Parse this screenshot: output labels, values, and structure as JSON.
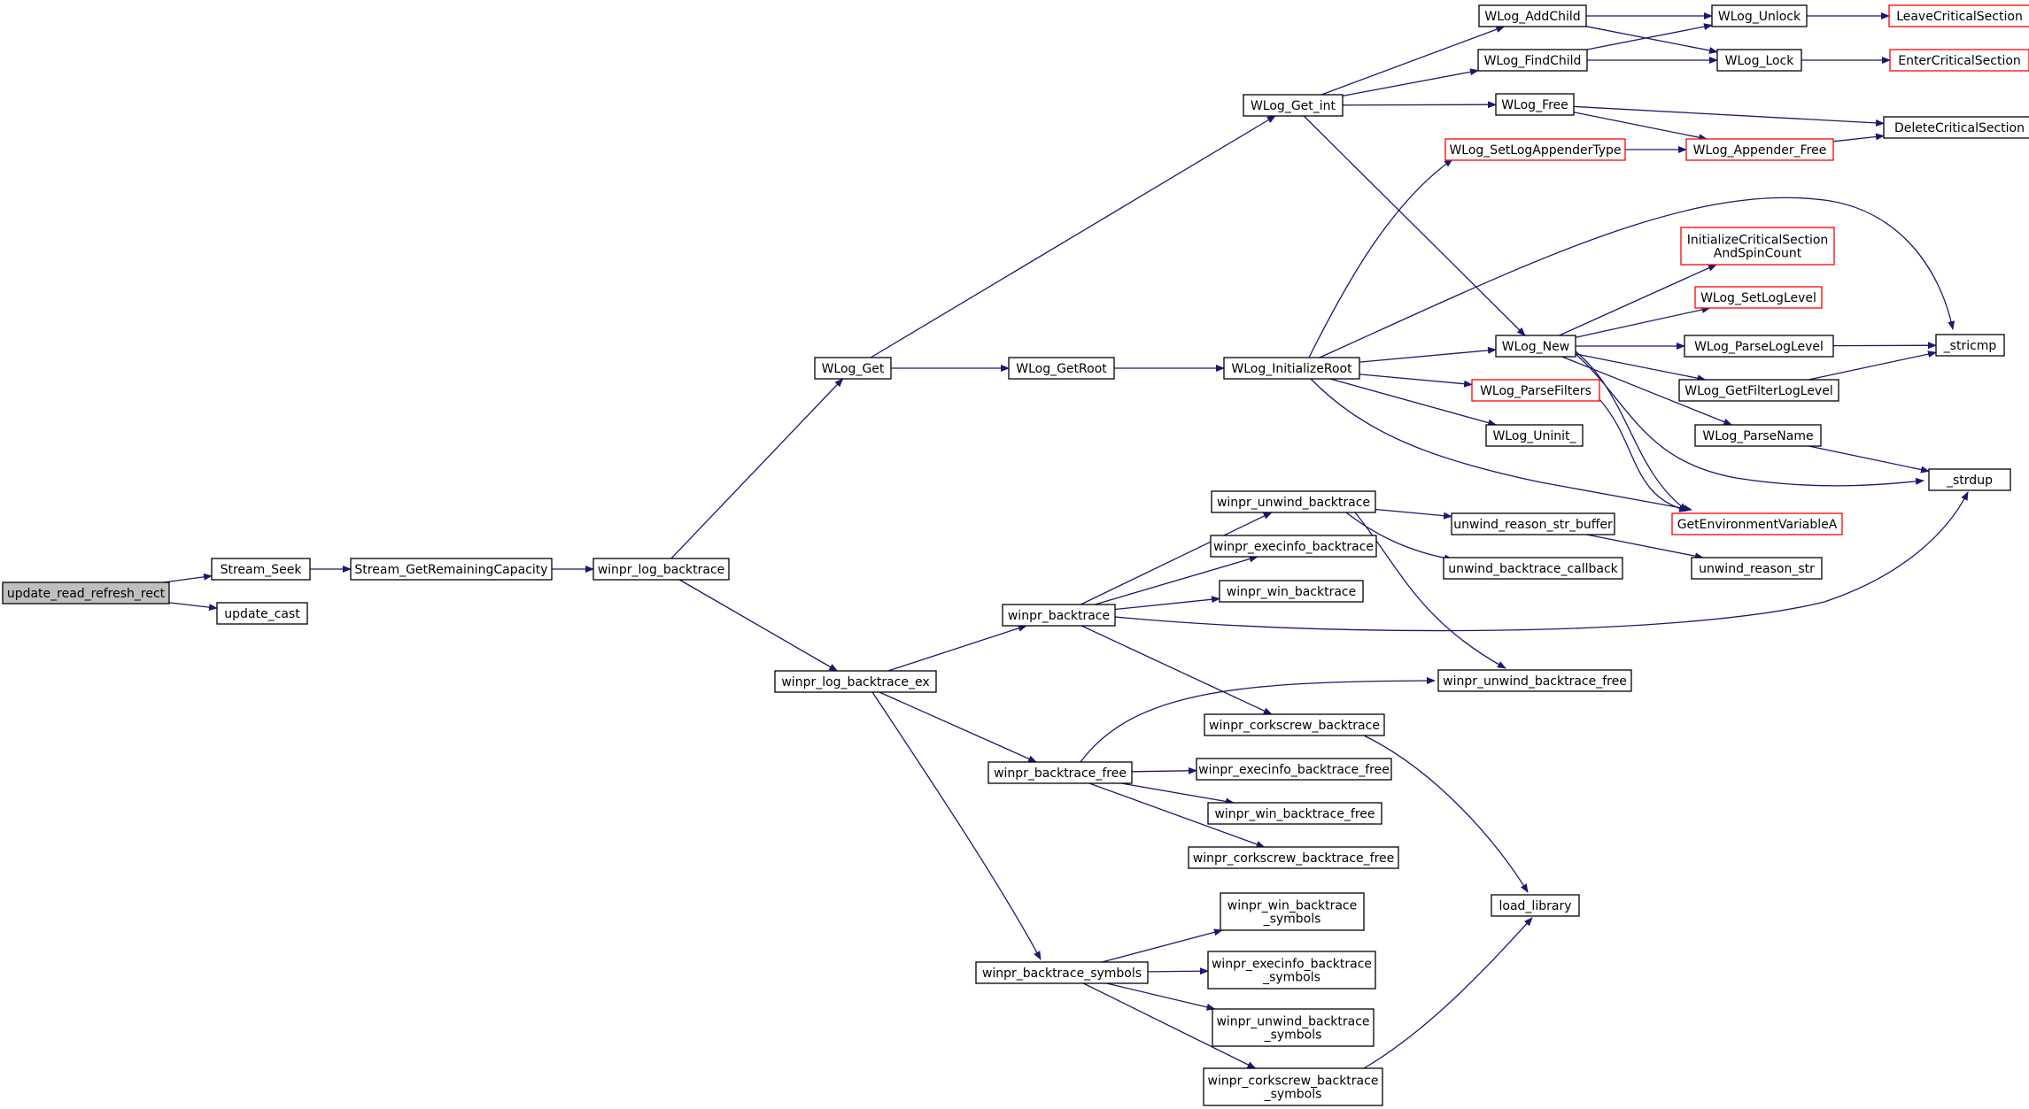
{
  "colors": {
    "edge": "#191970",
    "node_border": "#000000",
    "truncated_border": "#ff0000",
    "root_fill": "#bfbfbf",
    "node_fill": "#ffffff"
  },
  "nodes": [
    {
      "id": "update_read_refresh_rect",
      "lines": [
        "update_read_refresh_rect"
      ],
      "kind": "root"
    },
    {
      "id": "Stream_Seek",
      "lines": [
        "Stream_Seek"
      ],
      "kind": "normal"
    },
    {
      "id": "update_cast",
      "lines": [
        "update_cast"
      ],
      "kind": "normal"
    },
    {
      "id": "Stream_GetRemainingCapacity",
      "lines": [
        "Stream_GetRemainingCapacity"
      ],
      "kind": "normal"
    },
    {
      "id": "winpr_log_backtrace",
      "lines": [
        "winpr_log_backtrace"
      ],
      "kind": "normal"
    },
    {
      "id": "WLog_Get",
      "lines": [
        "WLog_Get"
      ],
      "kind": "normal"
    },
    {
      "id": "winpr_log_backtrace_ex",
      "lines": [
        "winpr_log_backtrace_ex"
      ],
      "kind": "normal"
    },
    {
      "id": "WLog_GetRoot",
      "lines": [
        "WLog_GetRoot"
      ],
      "kind": "normal"
    },
    {
      "id": "WLog_Get_int",
      "lines": [
        "WLog_Get_int"
      ],
      "kind": "normal"
    },
    {
      "id": "WLog_InitializeRoot",
      "lines": [
        "WLog_InitializeRoot"
      ],
      "kind": "normal"
    },
    {
      "id": "winpr_backtrace",
      "lines": [
        "winpr_backtrace"
      ],
      "kind": "normal"
    },
    {
      "id": "winpr_backtrace_free",
      "lines": [
        "winpr_backtrace_free"
      ],
      "kind": "normal"
    },
    {
      "id": "winpr_backtrace_symbols",
      "lines": [
        "winpr_backtrace_symbols"
      ],
      "kind": "normal"
    },
    {
      "id": "WLog_AddChild",
      "lines": [
        "WLog_AddChild"
      ],
      "kind": "normal"
    },
    {
      "id": "WLog_FindChild",
      "lines": [
        "WLog_FindChild"
      ],
      "kind": "normal"
    },
    {
      "id": "WLog_Free",
      "lines": [
        "WLog_Free"
      ],
      "kind": "normal"
    },
    {
      "id": "WLog_SetLogAppenderType",
      "lines": [
        "WLog_SetLogAppenderType"
      ],
      "kind": "truncated"
    },
    {
      "id": "WLog_New",
      "lines": [
        "WLog_New"
      ],
      "kind": "normal"
    },
    {
      "id": "WLog_ParseFilters",
      "lines": [
        "WLog_ParseFilters"
      ],
      "kind": "truncated"
    },
    {
      "id": "WLog_Uninit_",
      "lines": [
        "WLog_Uninit_"
      ],
      "kind": "normal"
    },
    {
      "id": "winpr_unwind_backtrace",
      "lines": [
        "winpr_unwind_backtrace"
      ],
      "kind": "normal"
    },
    {
      "id": "winpr_execinfo_backtrace",
      "lines": [
        "winpr_execinfo_backtrace"
      ],
      "kind": "normal"
    },
    {
      "id": "winpr_win_backtrace",
      "lines": [
        "winpr_win_backtrace"
      ],
      "kind": "normal"
    },
    {
      "id": "winpr_corkscrew_backtrace",
      "lines": [
        "winpr_corkscrew_backtrace"
      ],
      "kind": "normal"
    },
    {
      "id": "winpr_execinfo_backtrace_free",
      "lines": [
        "winpr_execinfo_backtrace_free"
      ],
      "kind": "normal"
    },
    {
      "id": "winpr_win_backtrace_free",
      "lines": [
        "winpr_win_backtrace_free"
      ],
      "kind": "normal"
    },
    {
      "id": "winpr_corkscrew_backtrace_free",
      "lines": [
        "winpr_corkscrew_backtrace_free"
      ],
      "kind": "normal"
    },
    {
      "id": "winpr_win_backtrace_symbols",
      "lines": [
        "winpr_win_backtrace",
        "_symbols"
      ],
      "kind": "normal"
    },
    {
      "id": "winpr_execinfo_backtrace_symbols",
      "lines": [
        "winpr_execinfo_backtrace",
        "_symbols"
      ],
      "kind": "normal"
    },
    {
      "id": "winpr_unwind_backtrace_symbols",
      "lines": [
        "winpr_unwind_backtrace",
        "_symbols"
      ],
      "kind": "normal"
    },
    {
      "id": "winpr_corkscrew_backtrace_symbols",
      "lines": [
        "winpr_corkscrew_backtrace",
        "_symbols"
      ],
      "kind": "normal"
    },
    {
      "id": "WLog_Unlock",
      "lines": [
        "WLog_Unlock"
      ],
      "kind": "normal"
    },
    {
      "id": "WLog_Lock",
      "lines": [
        "WLog_Lock"
      ],
      "kind": "normal"
    },
    {
      "id": "WLog_Appender_Free",
      "lines": [
        "WLog_Appender_Free"
      ],
      "kind": "truncated"
    },
    {
      "id": "InitializeCriticalSectionAndSpinCount",
      "lines": [
        "InitializeCriticalSection",
        "AndSpinCount"
      ],
      "kind": "truncated"
    },
    {
      "id": "WLog_SetLogLevel",
      "lines": [
        "WLog_SetLogLevel"
      ],
      "kind": "truncated"
    },
    {
      "id": "WLog_ParseLogLevel",
      "lines": [
        "WLog_ParseLogLevel"
      ],
      "kind": "normal"
    },
    {
      "id": "WLog_GetFilterLogLevel",
      "lines": [
        "WLog_GetFilterLogLevel"
      ],
      "kind": "normal"
    },
    {
      "id": "WLog_ParseName",
      "lines": [
        "WLog_ParseName"
      ],
      "kind": "normal"
    },
    {
      "id": "GetEnvironmentVariableA",
      "lines": [
        "GetEnvironmentVariableA"
      ],
      "kind": "truncated"
    },
    {
      "id": "unwind_reason_str_buffer",
      "lines": [
        "unwind_reason_str_buffer"
      ],
      "kind": "normal"
    },
    {
      "id": "unwind_backtrace_callback",
      "lines": [
        "unwind_backtrace_callback"
      ],
      "kind": "normal"
    },
    {
      "id": "winpr_unwind_backtrace_free",
      "lines": [
        "winpr_unwind_backtrace_free"
      ],
      "kind": "normal"
    },
    {
      "id": "load_library",
      "lines": [
        "load_library"
      ],
      "kind": "normal"
    },
    {
      "id": "LeaveCriticalSection",
      "lines": [
        "LeaveCriticalSection"
      ],
      "kind": "truncated"
    },
    {
      "id": "EnterCriticalSection",
      "lines": [
        "EnterCriticalSection"
      ],
      "kind": "truncated"
    },
    {
      "id": "DeleteCriticalSection",
      "lines": [
        "DeleteCriticalSection"
      ],
      "kind": "normal"
    },
    {
      "id": "_stricmp",
      "lines": [
        "_stricmp"
      ],
      "kind": "normal"
    },
    {
      "id": "_strdup",
      "lines": [
        "_strdup"
      ],
      "kind": "normal"
    },
    {
      "id": "unwind_reason_str",
      "lines": [
        "unwind_reason_str"
      ],
      "kind": "normal"
    }
  ],
  "edges": [
    [
      "update_read_refresh_rect",
      "Stream_Seek"
    ],
    [
      "update_read_refresh_rect",
      "update_cast"
    ],
    [
      "Stream_Seek",
      "Stream_GetRemainingCapacity"
    ],
    [
      "Stream_GetRemainingCapacity",
      "winpr_log_backtrace"
    ],
    [
      "winpr_log_backtrace",
      "WLog_Get"
    ],
    [
      "winpr_log_backtrace",
      "winpr_log_backtrace_ex"
    ],
    [
      "WLog_Get",
      "WLog_Get_int"
    ],
    [
      "WLog_Get",
      "WLog_GetRoot"
    ],
    [
      "WLog_GetRoot",
      "WLog_InitializeRoot"
    ],
    [
      "WLog_Get_int",
      "WLog_AddChild"
    ],
    [
      "WLog_Get_int",
      "WLog_FindChild"
    ],
    [
      "WLog_Get_int",
      "WLog_Free"
    ],
    [
      "WLog_Get_int",
      "WLog_New"
    ],
    [
      "WLog_AddChild",
      "WLog_Unlock"
    ],
    [
      "WLog_AddChild",
      "WLog_Lock"
    ],
    [
      "WLog_FindChild",
      "WLog_Unlock"
    ],
    [
      "WLog_FindChild",
      "WLog_Lock"
    ],
    [
      "WLog_Unlock",
      "LeaveCriticalSection"
    ],
    [
      "WLog_Lock",
      "EnterCriticalSection"
    ],
    [
      "WLog_Free",
      "DeleteCriticalSection"
    ],
    [
      "WLog_Free",
      "WLog_Appender_Free"
    ],
    [
      "WLog_Appender_Free",
      "DeleteCriticalSection"
    ],
    [
      "WLog_SetLogAppenderType",
      "WLog_Appender_Free"
    ],
    [
      "WLog_InitializeRoot",
      "WLog_SetLogAppenderType"
    ],
    [
      "WLog_InitializeRoot",
      "_stricmp"
    ],
    [
      "WLog_InitializeRoot",
      "WLog_New"
    ],
    [
      "WLog_InitializeRoot",
      "WLog_ParseFilters"
    ],
    [
      "WLog_InitializeRoot",
      "WLog_Uninit_"
    ],
    [
      "WLog_InitializeRoot",
      "GetEnvironmentVariableA"
    ],
    [
      "WLog_New",
      "InitializeCriticalSectionAndSpinCount"
    ],
    [
      "WLog_New",
      "WLog_SetLogLevel"
    ],
    [
      "WLog_New",
      "WLog_ParseLogLevel"
    ],
    [
      "WLog_New",
      "WLog_GetFilterLogLevel"
    ],
    [
      "WLog_New",
      "WLog_ParseName"
    ],
    [
      "WLog_New",
      "_strdup"
    ],
    [
      "WLog_New",
      "GetEnvironmentVariableA"
    ],
    [
      "WLog_ParseLogLevel",
      "_stricmp"
    ],
    [
      "WLog_GetFilterLogLevel",
      "_stricmp"
    ],
    [
      "WLog_ParseName",
      "_strdup"
    ],
    [
      "WLog_ParseFilters",
      "GetEnvironmentVariableA"
    ],
    [
      "winpr_log_backtrace_ex",
      "winpr_backtrace"
    ],
    [
      "winpr_log_backtrace_ex",
      "winpr_backtrace_free"
    ],
    [
      "winpr_log_backtrace_ex",
      "winpr_backtrace_symbols"
    ],
    [
      "winpr_backtrace",
      "winpr_unwind_backtrace"
    ],
    [
      "winpr_backtrace",
      "winpr_execinfo_backtrace"
    ],
    [
      "winpr_backtrace",
      "winpr_win_backtrace"
    ],
    [
      "winpr_backtrace",
      "_strdup"
    ],
    [
      "winpr_backtrace",
      "winpr_corkscrew_backtrace"
    ],
    [
      "winpr_unwind_backtrace",
      "unwind_reason_str_buffer"
    ],
    [
      "winpr_unwind_backtrace",
      "unwind_backtrace_callback"
    ],
    [
      "winpr_unwind_backtrace",
      "winpr_unwind_backtrace_free"
    ],
    [
      "unwind_reason_str_buffer",
      "unwind_reason_str"
    ],
    [
      "winpr_corkscrew_backtrace",
      "load_library"
    ],
    [
      "winpr_backtrace_free",
      "winpr_unwind_backtrace_free"
    ],
    [
      "winpr_backtrace_free",
      "winpr_execinfo_backtrace_free"
    ],
    [
      "winpr_backtrace_free",
      "winpr_win_backtrace_free"
    ],
    [
      "winpr_backtrace_free",
      "winpr_corkscrew_backtrace_free"
    ],
    [
      "winpr_backtrace_symbols",
      "winpr_win_backtrace_symbols"
    ],
    [
      "winpr_backtrace_symbols",
      "winpr_execinfo_backtrace_symbols"
    ],
    [
      "winpr_backtrace_symbols",
      "winpr_unwind_backtrace_symbols"
    ],
    [
      "winpr_backtrace_symbols",
      "winpr_corkscrew_backtrace_symbols"
    ],
    [
      "winpr_corkscrew_backtrace_symbols",
      "load_library"
    ]
  ]
}
